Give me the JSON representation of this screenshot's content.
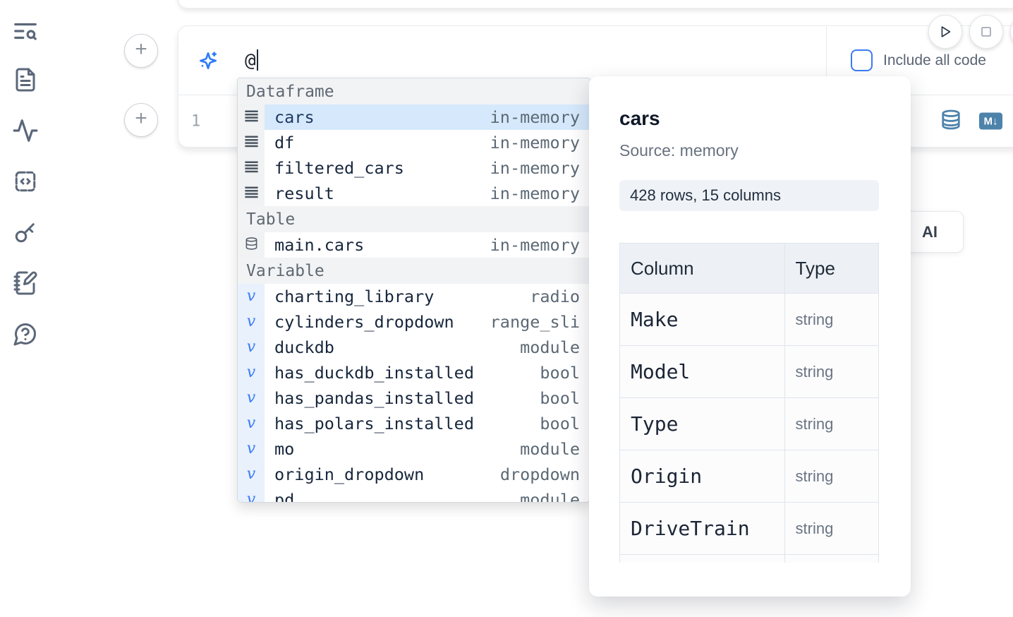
{
  "colors": {
    "accent_blue": "#3b7cf5",
    "steel_blue": "#4d82ab",
    "selected_row_bg": "#d6e9fc",
    "section_header_bg": "#f2f3f5"
  },
  "sidebar": {
    "icons": [
      "text-search",
      "file-document",
      "activity",
      "code-snippets",
      "key",
      "notebook-pen",
      "help-chat"
    ]
  },
  "add_buttons": {
    "label": "+"
  },
  "ai_input": {
    "value": "@",
    "include_all_code_label": "Include all code",
    "include_all_code_checked": false
  },
  "run_controls": {
    "icons": [
      "play",
      "stop"
    ]
  },
  "cell": {
    "line_number": "1",
    "action_icons": [
      "database",
      "markdown-export"
    ]
  },
  "autocomplete": {
    "sections": [
      {
        "label": "Dataframe",
        "items": [
          {
            "name": "cars",
            "type": "in-memory",
            "icon": "dataframe",
            "selected": true
          },
          {
            "name": "df",
            "type": "in-memory",
            "icon": "dataframe"
          },
          {
            "name": "filtered_cars",
            "type": "in-memory",
            "icon": "dataframe"
          },
          {
            "name": "result",
            "type": "in-memory",
            "icon": "dataframe"
          }
        ]
      },
      {
        "label": "Table",
        "items": [
          {
            "name": "main.cars",
            "type": "in-memory",
            "icon": "database"
          }
        ]
      },
      {
        "label": "Variable",
        "items": [
          {
            "name": "charting_library",
            "type": "radio",
            "icon": "variable"
          },
          {
            "name": "cylinders_dropdown",
            "type": "range_sli",
            "icon": "variable"
          },
          {
            "name": "duckdb",
            "type": "module",
            "icon": "variable"
          },
          {
            "name": "has_duckdb_installed",
            "type": "bool",
            "icon": "variable"
          },
          {
            "name": "has_pandas_installed",
            "type": "bool",
            "icon": "variable"
          },
          {
            "name": "has_polars_installed",
            "type": "bool",
            "icon": "variable"
          },
          {
            "name": "mo",
            "type": "module",
            "icon": "variable"
          },
          {
            "name": "origin_dropdown",
            "type": "dropdown",
            "icon": "variable"
          },
          {
            "name": "pd",
            "type": "module",
            "icon": "variable",
            "partial": true
          }
        ]
      }
    ]
  },
  "preview": {
    "title": "cars",
    "source": "Source: memory",
    "shape": "428 rows, 15 columns",
    "table": {
      "headers": [
        "Column",
        "Type"
      ],
      "rows": [
        [
          "Make",
          "string"
        ],
        [
          "Model",
          "string"
        ],
        [
          "Type",
          "string"
        ],
        [
          "Origin",
          "string"
        ],
        [
          "DriveTrain",
          "string"
        ]
      ]
    }
  },
  "ai_button": {
    "label": "AI"
  }
}
